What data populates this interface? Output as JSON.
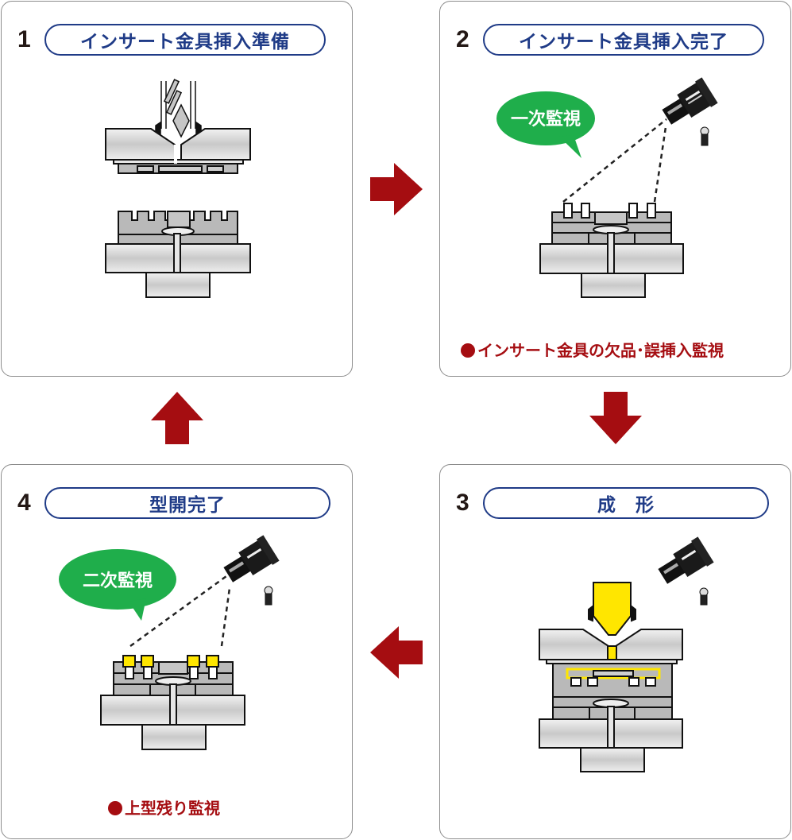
{
  "colors": {
    "title_blue": "#1f3b87",
    "bullet_red": "#a50d11",
    "arrow_red": "#a50d11",
    "bubble_green": "#1fae4b",
    "resin_yellow": "#ffe600",
    "mold_gray": "#bfbfbf"
  },
  "steps": [
    {
      "number": "1",
      "title": "インサート金具挿入準備"
    },
    {
      "number": "2",
      "title": "インサート金具挿入完了",
      "bubble": "一次監視",
      "note": "インサート金具の欠品･誤挿入監視"
    },
    {
      "number": "3",
      "title": "成　形"
    },
    {
      "number": "4",
      "title": "型開完了",
      "bubble": "二次監視",
      "note": "上型残り監視"
    }
  ],
  "flow_arrows": [
    {
      "from": "1",
      "to": "2",
      "direction": "right"
    },
    {
      "from": "2",
      "to": "3",
      "direction": "down"
    },
    {
      "from": "3",
      "to": "4",
      "direction": "left"
    },
    {
      "from": "4",
      "to": "1",
      "direction": "up"
    }
  ],
  "icons": {
    "camera": "camera-icon",
    "bullet": "bullet-dot-icon"
  }
}
